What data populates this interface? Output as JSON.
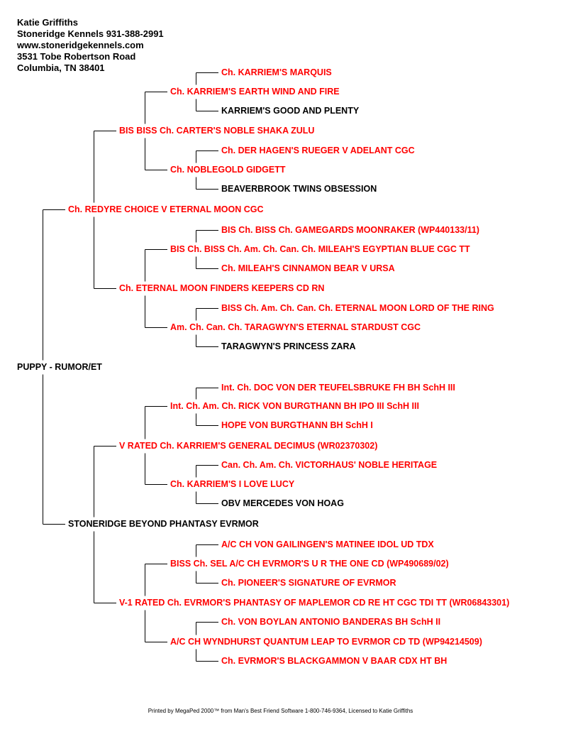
{
  "header": {
    "lines": [
      "Katie Griffiths",
      "Stoneridge Kennels 931-388-2991",
      "www.stoneridgekennels.com",
      "3531 Tobe Robertson Road",
      "Columbia, TN 38401"
    ]
  },
  "colors": {
    "titled": "#ff0000",
    "plain": "#000000",
    "lines": "#000000"
  },
  "pedigree": {
    "subject": {
      "name": "PUPPY - RUMOR/ET",
      "red": false
    },
    "gen1": [
      {
        "name": "Ch. REDYRE CHOICE V ETERNAL MOON CGC",
        "red": true
      },
      {
        "name": "STONERIDGE BEYOND PHANTASY EVRMOR",
        "red": false
      }
    ],
    "gen2": [
      {
        "name": "BIS BISS Ch. CARTER'S NOBLE SHAKA ZULU",
        "red": true
      },
      {
        "name": "Ch. ETERNAL MOON FINDERS KEEPERS CD RN",
        "red": true
      },
      {
        "name": "V RATED Ch. KARRIEM'S GENERAL DECIMUS (WR02370302)",
        "red": true
      },
      {
        "name": "V-1 RATED Ch. EVRMOR'S PHANTASY OF MAPLEMOR CD RE HT CGC TDI TT (WR06843301)",
        "red": true
      }
    ],
    "gen3": [
      {
        "name": "Ch. KARRIEM'S EARTH WIND AND FIRE",
        "red": true
      },
      {
        "name": "Ch. NOBLEGOLD GIDGETT",
        "red": true
      },
      {
        "name": "BIS Ch. BISS Ch. Am. Ch. Can. Ch. MILEAH'S EGYPTIAN BLUE CGC TT",
        "red": true
      },
      {
        "name": "Am. Ch. Can. Ch. TARAGWYN'S ETERNAL STARDUST CGC",
        "red": true
      },
      {
        "name": "Int. Ch. Am. Ch. RICK VON BURGTHANN BH IPO III SchH III",
        "red": true
      },
      {
        "name": "Ch. KARRIEM'S I LOVE LUCY",
        "red": true
      },
      {
        "name": "BISS Ch. SEL A/C CH EVRMOR'S U R THE ONE CD (WP490689/02)",
        "red": true
      },
      {
        "name": "A/C CH WYNDHURST QUANTUM LEAP TO EVRMOR CD TD (WP94214509)",
        "red": true
      }
    ],
    "gen4": [
      {
        "name": "Ch. KARRIEM'S MARQUIS",
        "red": true
      },
      {
        "name": "KARRIEM'S GOOD AND PLENTY",
        "red": false
      },
      {
        "name": "Ch. DER HAGEN'S RUEGER V ADELANT CGC",
        "red": true
      },
      {
        "name": "BEAVERBROOK TWINS OBSESSION",
        "red": false
      },
      {
        "name": "BIS Ch. BISS Ch. GAMEGARDS MOONRAKER (WP440133/11)",
        "red": true
      },
      {
        "name": "Ch. MILEAH'S CINNAMON BEAR V URSA",
        "red": true
      },
      {
        "name": "BISS Ch. Am. Ch. Can. Ch. ETERNAL MOON LORD OF THE RING",
        "red": true
      },
      {
        "name": "TARAGWYN'S PRINCESS ZARA",
        "red": false
      },
      {
        "name": "Int. Ch. DOC VON DER TEUFELSBRUKE FH BH SchH III",
        "red": true
      },
      {
        "name": "HOPE VON BURGTHANN BH SchH I",
        "red": true
      },
      {
        "name": "Can. Ch. Am. Ch. VICTORHAUS' NOBLE HERITAGE",
        "red": true
      },
      {
        "name": "OBV MERCEDES VON HOAG",
        "red": false
      },
      {
        "name": "A/C CH VON GAILINGEN'S MATINEE IDOL UD TDX",
        "red": true
      },
      {
        "name": "Ch. PIONEER'S SIGNATURE OF EVRMOR",
        "red": true
      },
      {
        "name": "Ch. VON BOYLAN ANTONIO BANDERAS BH SchH II",
        "red": true
      },
      {
        "name": "Ch. EVRMOR'S BLACKGAMMON V BAAR CDX HT BH",
        "red": true
      }
    ]
  },
  "footer": "Printed by MegaPed 2000™ from Man's Best Friend Software 1-800-746-9364, Licensed to Katie Griffiths"
}
